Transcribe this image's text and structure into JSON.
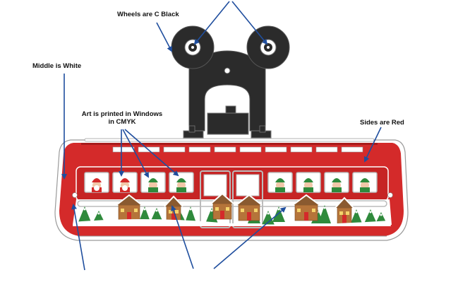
{
  "labels": {
    "wheels": "Wheels are C Black",
    "middle": "Middle is White",
    "art_line1": "Art is printed in Windows",
    "art_line2": "in CMYK",
    "sides": "Sides are Red"
  },
  "colors": {
    "red": "#d42a2a",
    "dark_red": "#a81c1c",
    "black": "#2b2b2b",
    "white": "#ffffff",
    "arrow": "#1f4e9e",
    "grey_outline": "#9a9a9a",
    "tree_green": "#2f8a3c",
    "house_brown": "#b5743a"
  },
  "icons": {
    "wheel": "wheel-icon",
    "arrow": "arrow-icon"
  }
}
